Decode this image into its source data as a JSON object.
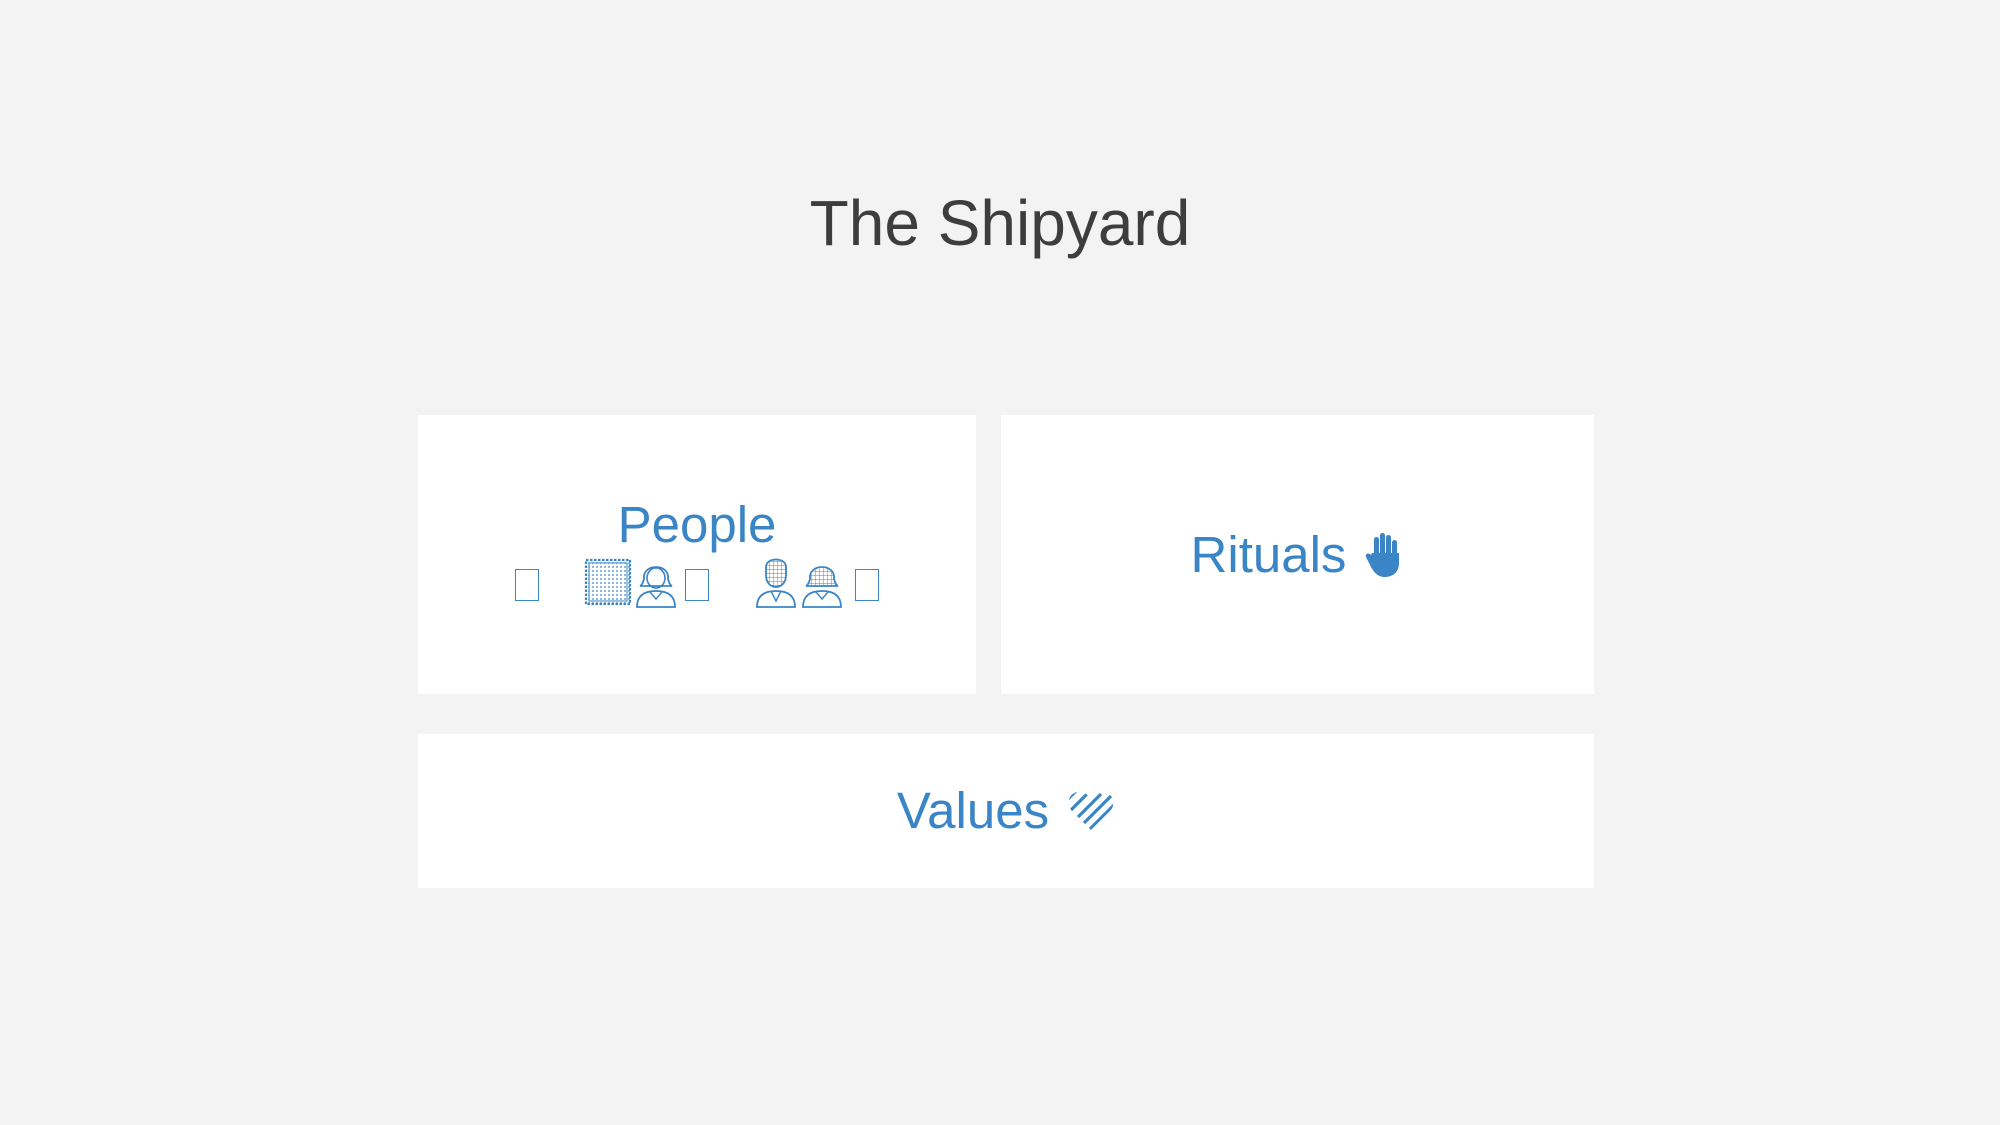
{
  "title": "The Shipyard",
  "cards": {
    "people": {
      "label": "People",
      "icons": [
        "missing-glyph-icon",
        "stamp-icon",
        "woman-icon",
        "missing-glyph-icon",
        "man-icon",
        "woman-icon",
        "missing-glyph-icon"
      ]
    },
    "rituals": {
      "label": "Rituals",
      "icon": "raised-hand-icon"
    },
    "values": {
      "label": "Values",
      "icon": "heart-icon"
    }
  },
  "colors": {
    "background": "#f3f3f3",
    "card": "#ffffff",
    "accent": "#3a85c6",
    "title": "#3d3d3d"
  }
}
